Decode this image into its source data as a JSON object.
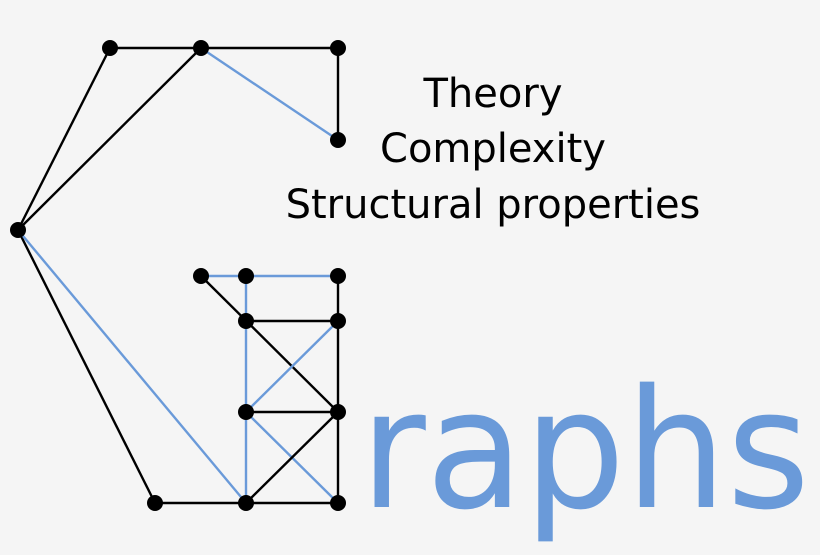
{
  "labels": [
    "Theory",
    "Complexity",
    "Structural properties"
  ],
  "wordmark": "raphs",
  "colors": {
    "background": "#f5f5f5",
    "node": "#000000",
    "edge_black": "#000000",
    "edge_blue": "#6a9ad9",
    "wordmark": "#6a9ad9"
  }
}
